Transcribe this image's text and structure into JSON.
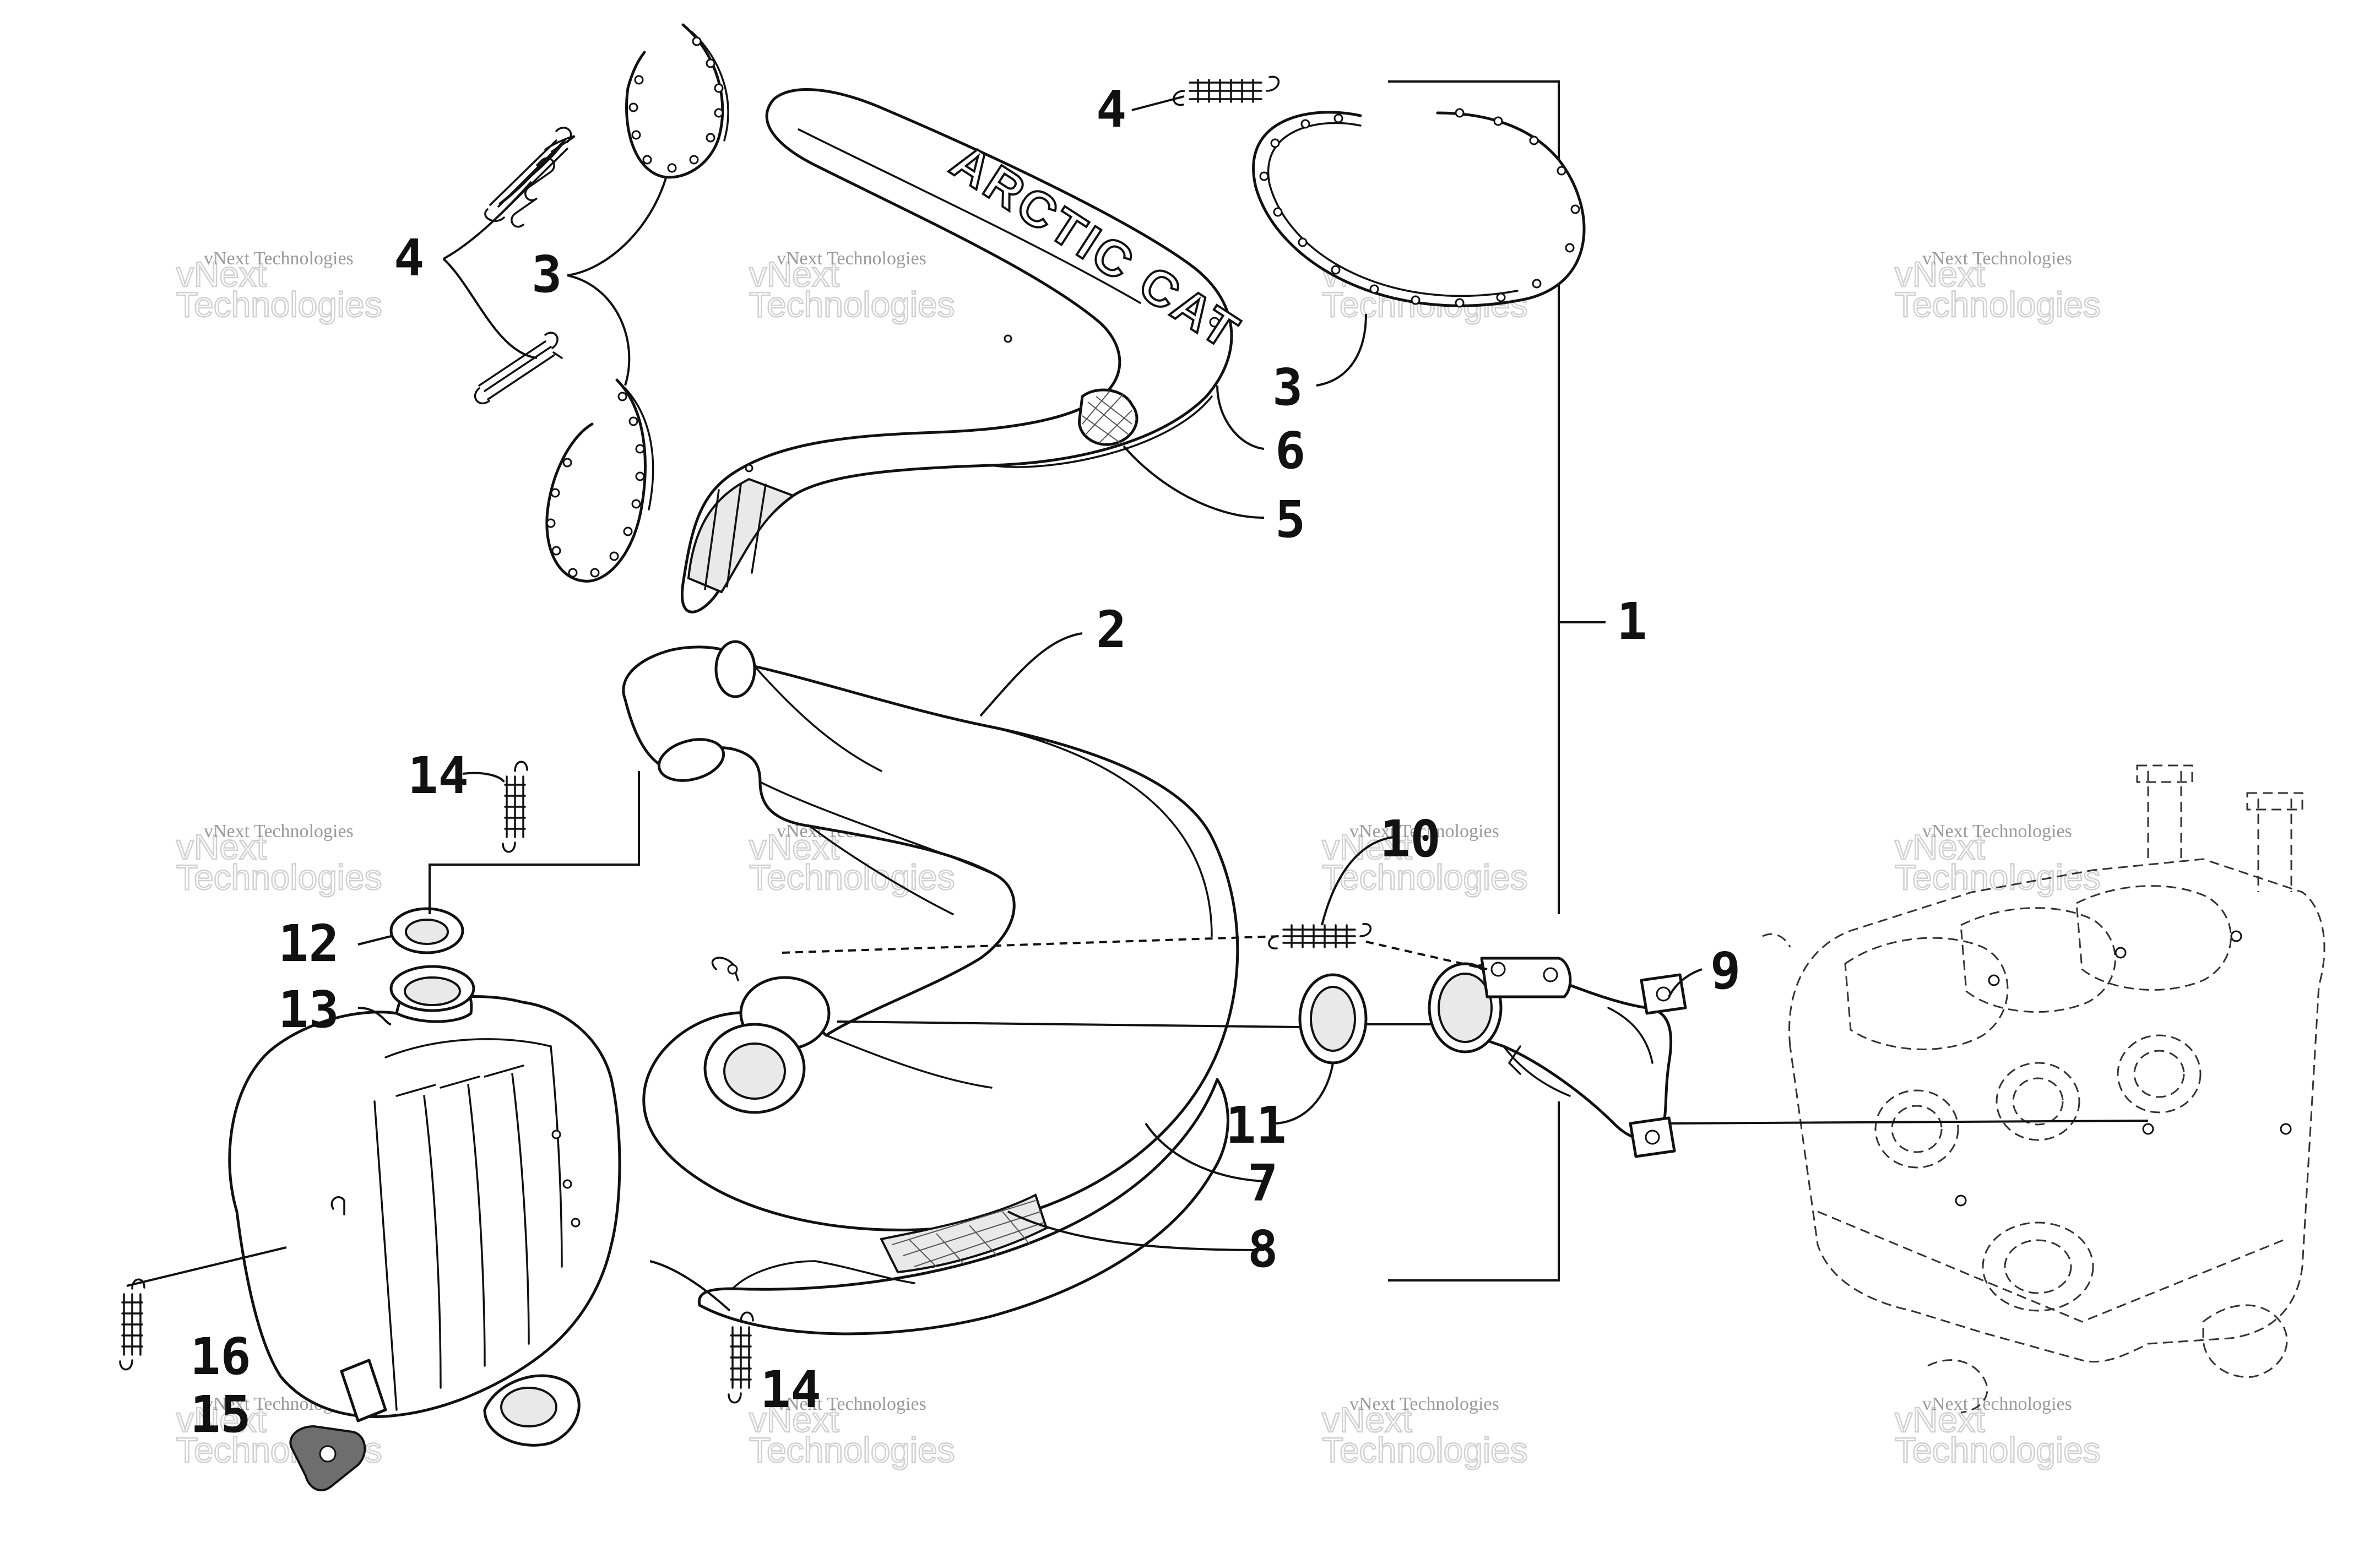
{
  "callouts": [
    {
      "label": "1"
    },
    {
      "label": "2"
    },
    {
      "label": "3"
    },
    {
      "label": "3"
    },
    {
      "label": "4"
    },
    {
      "label": "4"
    },
    {
      "label": "5"
    },
    {
      "label": "6"
    },
    {
      "label": "7"
    },
    {
      "label": "8"
    },
    {
      "label": "9"
    },
    {
      "label": "10"
    },
    {
      "label": "11"
    },
    {
      "label": "12"
    },
    {
      "label": "13"
    },
    {
      "label": "14"
    },
    {
      "label": "14"
    },
    {
      "label": "15"
    },
    {
      "label": "16"
    }
  ],
  "brand_text": "ARCTIC CAT",
  "watermark": {
    "small": "vNext Technologies",
    "big_line1": "vNext",
    "big_line2": "Technologies"
  }
}
